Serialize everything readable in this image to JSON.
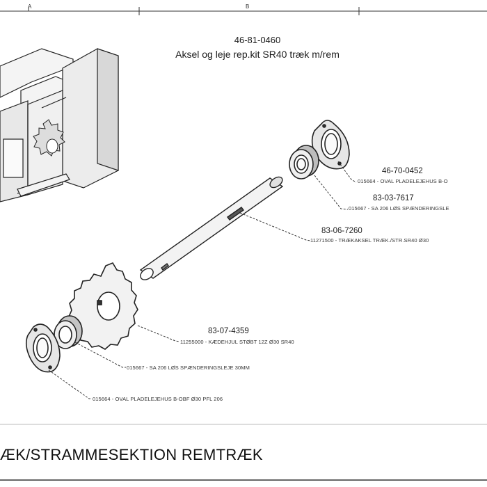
{
  "grid": {
    "col_a": "A",
    "col_b": "B"
  },
  "title": {
    "code": "46-81-0460",
    "name": "Aksel og leje rep.kit SR40 træk m/rem"
  },
  "callouts": [
    {
      "part_no": "46-70-0452",
      "desc": "015664 - OVAL PLADELEJEHUS B-O"
    },
    {
      "part_no": "83-03-7617",
      "desc": "015667 - SA 206 LØS SPÆNDERINGSLE"
    },
    {
      "part_no": "83-06-7260",
      "desc": "11271500 - TRÆKAKSEL TRÆK./STR.SR40 Ø30"
    },
    {
      "part_no": "83-07-4359",
      "desc": "11255000 - KÆDEHJUL STØBT 12Z Ø30 SR40"
    },
    {
      "part_no": "",
      "desc": "015667 - SA 206 LØS SPÆNDERINGSLEJE 30MM"
    },
    {
      "part_no": "",
      "desc": "015664 - OVAL PLADELEJEHUS B-OBF Ø30 PFL 206"
    }
  ],
  "section_title": "ÆK/STRAMMESEKTION REMTRÆK"
}
